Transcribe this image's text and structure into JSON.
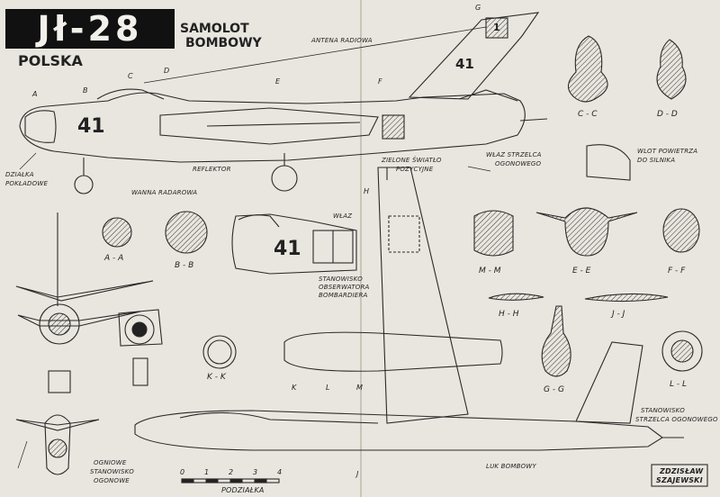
{
  "title": {
    "main": "Jł-28",
    "subtitle_line1": "SAMOLOT",
    "subtitle_line2": "BOMBOWY",
    "country": "POLSKA"
  },
  "callouts": {
    "antena": "ANTENA RADIOWA",
    "dzialka_line1": "DZIAŁKA",
    "dzialka_line2": "POKŁADOWE",
    "wanna": "WANNA RADAROWA",
    "reflektor": "REFLEKTOR",
    "zielone_line1": "ZIELONE ŚWIATŁO",
    "zielone_line2": "POZYCYJNE",
    "wlaz_strzelca_line1": "WŁAZ STRZELCA",
    "wlaz_strzelca_line2": "OGONOWEGO",
    "wlot_line1": "WLOT POWIETRZA",
    "wlot_line2": "DO SILNIKA",
    "wlaz": "WŁAZ",
    "stanowisko_line1": "STANOWISKO",
    "stanowisko_line2": "OBSERWATORA",
    "stanowisko_line3": "BOMBARDIERA",
    "ogniowe_line1": "OGNIOWE",
    "ogniowe_line2": "STANOWISKO",
    "ogniowe_line3": "OGONOWE",
    "luk": "LUK BOMBOWY",
    "strzelca_line1": "STANOWISKO",
    "strzelca_line2": "STRZELCA OGONOWEGO",
    "podzialka": "PODZIAŁKA",
    "author_line1": "ZDZISŁAW",
    "author_line2": "SZAJEWSKI"
  },
  "markings": {
    "tail_number": "41",
    "nose_number": "41",
    "fin_code": "1",
    "detail_number": "41"
  },
  "station_letters": {
    "a": "A",
    "b": "B",
    "c": "C",
    "d": "D",
    "e": "E",
    "f": "F",
    "g": "G",
    "h": "H",
    "j": "J",
    "k": "K",
    "l": "L",
    "m": "M"
  },
  "sections": {
    "cc": "C - C",
    "dd": "D - D",
    "aa": "A - A",
    "bb": "B - B",
    "mm": "M - M",
    "ee": "E - E",
    "ff": "F - F",
    "hh": "H - H",
    "jj": "J - J",
    "kk": "K - K",
    "gg": "G - G",
    "ll": "L - L"
  },
  "scale": {
    "ticks": [
      "0",
      "1",
      "2",
      "3",
      "4"
    ]
  },
  "colors": {
    "paper": "#e9e6df",
    "ink": "#222222"
  }
}
